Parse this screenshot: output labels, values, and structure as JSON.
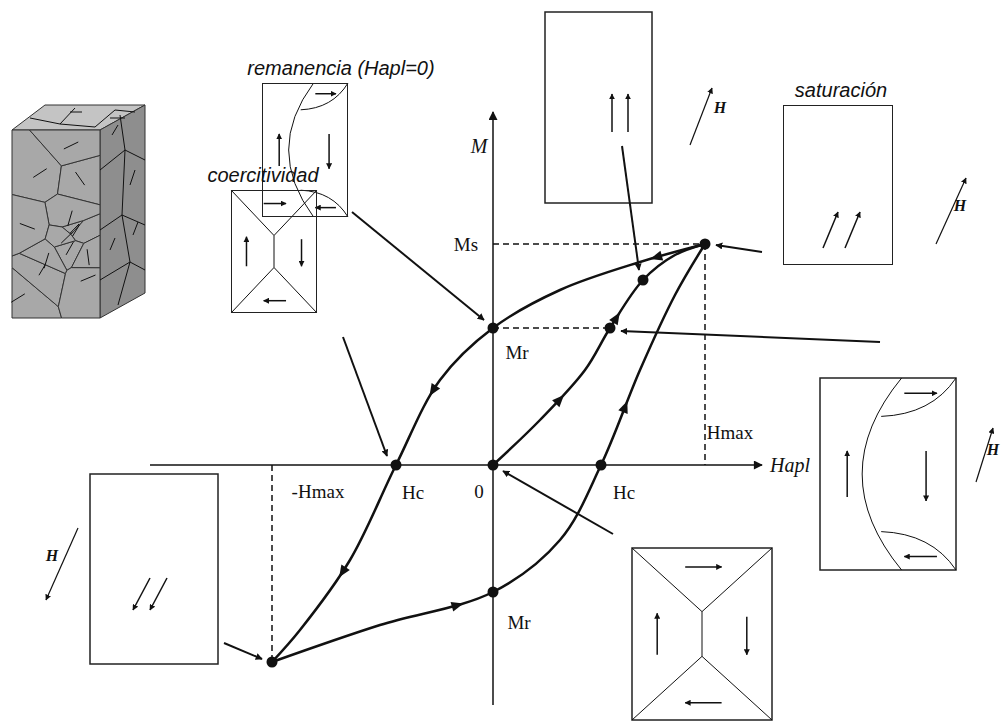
{
  "diagram": {
    "nodes": [
      {
        "text": [
          "remanencia (Hapl=0)"
        ]
      },
      {
        "text": [
          "saturación"
        ]
      },
      {
        "text": [
          "coercitividad"
        ]
      }
    ],
    "labels": [
      "M",
      "Ms",
      "Mr",
      "Hmax",
      "-Hmax",
      "Hc",
      "0",
      "Hc",
      "Hapl",
      "Mr",
      "H",
      "H",
      "H",
      "H"
    ]
  }
}
